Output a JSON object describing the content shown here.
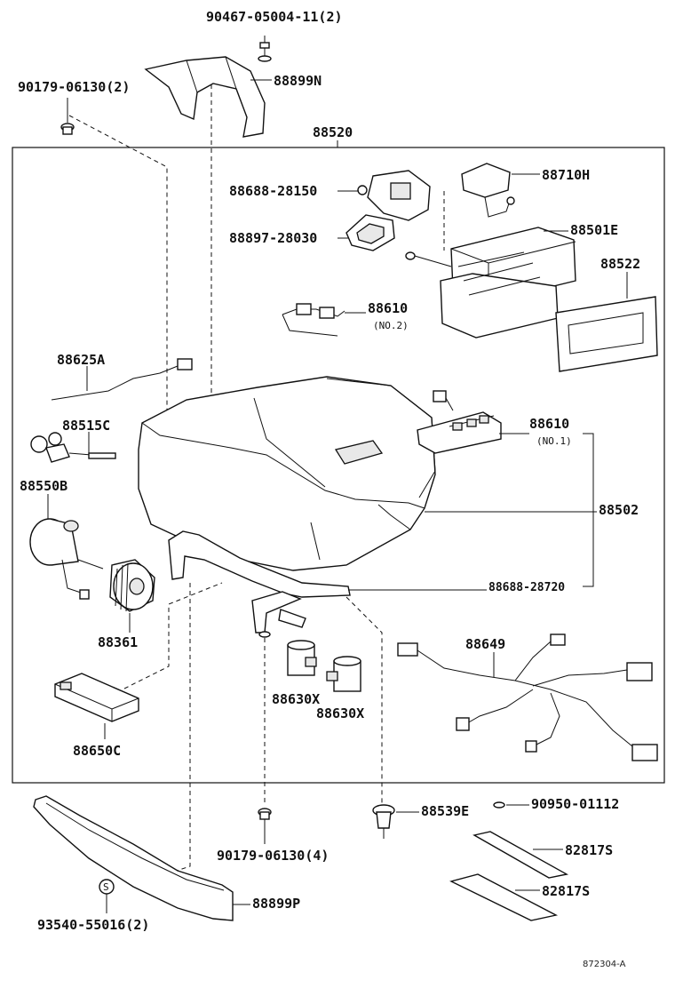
{
  "labels": {
    "screw_top": "90467-05004-11(2)",
    "bolt_top": "90179-06130(2)",
    "cover_upper": "88899N",
    "unit_assy": "88520",
    "connector_a": "88688-28150",
    "grommet": "88897-28030",
    "valve": "88710H",
    "evaporator": "88501E",
    "seal": "88522",
    "thermistor_2": "88610",
    "thermistor_2_note": "(NO.2)",
    "harness_a": "88625A",
    "sensor_c": "88515C",
    "blower_motor": "88550B",
    "thermistor_1": "88610",
    "thermistor_1_note": "(NO.1)",
    "case": "88502",
    "connector_b": "88688-28720",
    "fan": "88361",
    "harness_main": "88649",
    "servo_1": "88630X",
    "servo_2": "88630X",
    "amplifier": "88650C",
    "clip": "88539E",
    "clip_nut": "90950-01112",
    "bolt_bottom": "90179-06130(4)",
    "pad_1": "82817S",
    "pad_2": "82817S",
    "cover_lower": "88899P",
    "screw_bottom": "93540-55016(2)",
    "screw_bottom_mark": "S",
    "figure_id": "872304-A"
  }
}
